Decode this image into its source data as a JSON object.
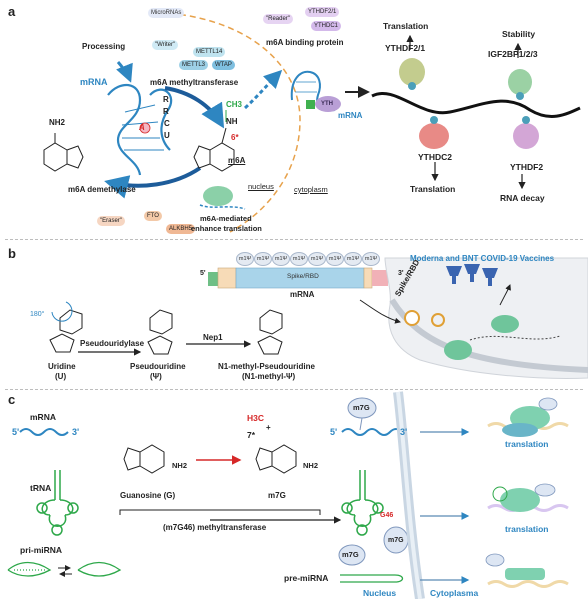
{
  "panels": {
    "a": "a",
    "b": "b",
    "c": "c"
  },
  "panel_a": {
    "processing": "Processing",
    "microrna": "MicroRNAs",
    "writer": "\"Writer\"",
    "mettl14": "METTL14",
    "mettl3": "METTL3",
    "wtap": "WTAP",
    "mrna_left": "mRNA",
    "methyltransferase": "m6A methyltransferase",
    "ch3": "CH3",
    "nh": "NH",
    "six": "6*",
    "m6a": "m6A",
    "nucleus": "nucleus",
    "cytoplasm": "cytoplasm",
    "demethylase": "m6A demethylase",
    "eraser": "\"Eraser\"",
    "fto": "FTO",
    "alkbh5": "ALKBH5",
    "mediated": "m6A-mediated",
    "enhance": "enhance translation",
    "reader": "\"Reader\"",
    "ythdf21": "YTHDF2/1",
    "ythdc1": "YTHDC1",
    "binding_protein": "m6A binding protein",
    "yth": "YTH",
    "mrna_right": "mRNA",
    "translation_top": "Translation",
    "ythdf2_1": "YTHDF2/1",
    "stability": "Stability",
    "igf2bp": "IGF2BP1/2/3",
    "ythdc2": "YTHDC2",
    "translation_bottom": "Translation",
    "ythdf2": "YTHDF2",
    "rna_decay": "RNA decay",
    "nh2": "NH2",
    "a_letter": "A",
    "r1": "R",
    "r2": "R",
    "c_letter": "C",
    "u_letter": "U"
  },
  "panel_b": {
    "moderna": "Moderna and BNT COVID-19 Vaccines",
    "five_prime": "5'",
    "three_prime": "3'",
    "m1psi_labels": [
      "m1Ψ",
      "m1Ψ",
      "m1Ψ",
      "m1Ψ",
      "m1Ψ",
      "m1Ψ",
      "m1Ψ",
      "m1Ψ"
    ],
    "spike_rbd": "Spike/RBD",
    "mrna": "mRNA",
    "deg": "180°",
    "pseudouridylase": "Pseudouridylase",
    "nep1": "Nep1",
    "uridine": "Uridine",
    "uridine_abbr": "(U)",
    "pseudouridine": "Pseudouridine",
    "pseudouridine_abbr": "(Ψ)",
    "n1": "N1-methyl-Pseudouridine",
    "n1_abbr": "(N1-methyl-Ψ)",
    "spike_rbd_side": "Spike/RBD"
  },
  "panel_c": {
    "mrna": "mRNA",
    "five_prime": "5'",
    "three_prime": "3'",
    "trna": "tRNA",
    "pri_mirna": "pri-miRNA",
    "guanosine": "Guanosine (G)",
    "methyltransferase": "(m7G46) methyltransferase",
    "h3c": "H3C",
    "plus": "+",
    "seven": "7*",
    "nh2": "NH2",
    "m7g": "m7G",
    "m7g_cap": "m7G",
    "g46": "G46",
    "m7g_trna": "m7G",
    "m7g_pre": "m7G",
    "pre_mirna": "pre-miRNA",
    "nucleus": "Nucleus",
    "cytoplasma": "Cytoplasma",
    "translation1": "translation",
    "translation2": "translation",
    "five_prime_right": "5'",
    "three_prime_right": "3'"
  },
  "colors": {
    "accent_blue": "#2e86c1",
    "dark_blue": "#1d5c9a",
    "red": "#d62828",
    "orange_dash": "#e7a24c",
    "green": "#2ea84a"
  }
}
